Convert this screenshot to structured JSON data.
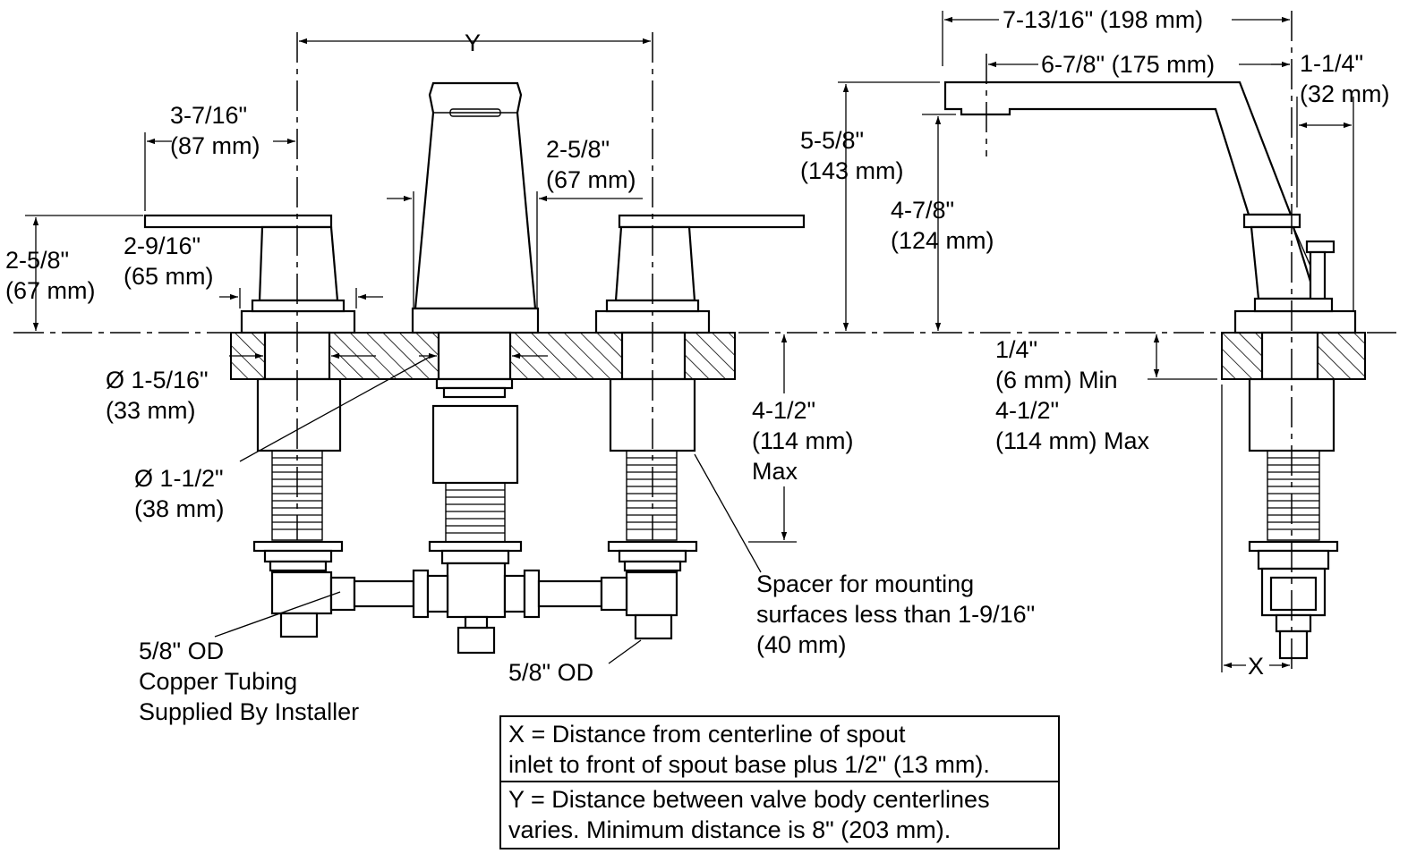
{
  "dimensions": {
    "y_label": "Y",
    "handle_offset": [
      "3-7/16\"",
      "(87 mm)"
    ],
    "spout_base_width": [
      "2-5/8\"",
      "(67 mm)"
    ],
    "handle_height": [
      "2-5/8\"",
      "(67 mm)"
    ],
    "handle_base_width": [
      "2-9/16\"",
      "(65 mm)"
    ],
    "shank_diameter_small": [
      "Ø 1-5/16\"",
      "(33 mm)"
    ],
    "shank_diameter_large": [
      "Ø 1-1/2\"",
      "(38 mm)"
    ],
    "mounting_depth": [
      "4-1/2\"",
      "(114 mm)",
      "Max"
    ],
    "spout_total_reach": "7-13/16\" (198 mm)",
    "spout_reach": "6-7/8\" (175 mm)",
    "spout_base_offset": [
      "1-1/4\"",
      "(32 mm)"
    ],
    "spout_height": [
      "5-5/8\"",
      "(143 mm)"
    ],
    "spout_outlet_height": [
      "4-7/8\"",
      "(124 mm)"
    ],
    "deck_thickness": [
      "1/4\"",
      "(6 mm) Min",
      "4-1/2\"",
      "(114 mm) Max"
    ],
    "x_label": "X"
  },
  "callouts": {
    "spacer": [
      "Spacer for mounting",
      "surfaces less than 1-9/16\"",
      "(40 mm)"
    ],
    "copper_tubing": [
      "5/8\" OD",
      "Copper Tubing",
      "Supplied By Installer"
    ],
    "outlet_od": "5/8\" OD"
  },
  "legend": {
    "x_line1": "X = Distance from centerline of spout",
    "x_line2": "inlet to front of spout base plus 1/2\" (13 mm).",
    "y_line1": "Y = Distance between valve body centerlines",
    "y_line2": "varies. Minimum distance is 8\" (203 mm)."
  }
}
